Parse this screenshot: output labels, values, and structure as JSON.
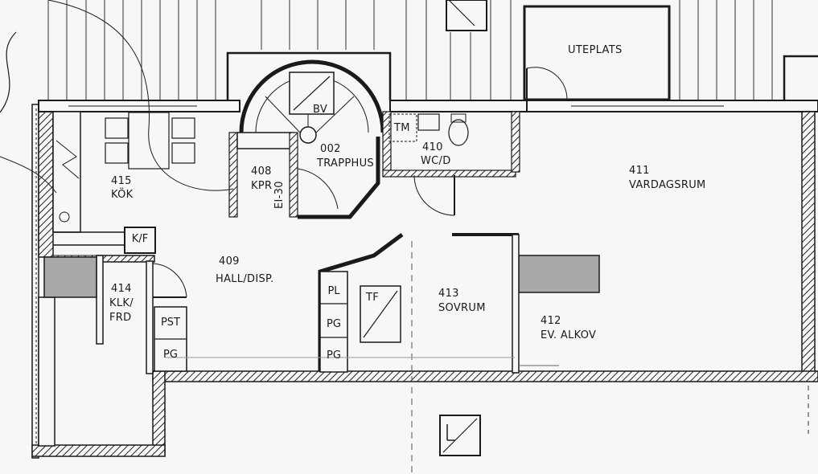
{
  "rooms": {
    "uteplats": "UTEPLATS",
    "kok": {
      "num": "415",
      "name": "KÖK"
    },
    "kpr": {
      "num": "408",
      "name": "KPR"
    },
    "trapphus": {
      "num": "002",
      "name": "TRAPPHUS"
    },
    "wc": {
      "num": "410",
      "name": "WC/D"
    },
    "vardagsrum": {
      "num": "411",
      "name": "VARDAGSRUM"
    },
    "hall": {
      "num": "409",
      "name": "HALL/DISP."
    },
    "klk": {
      "num": "414",
      "name": "KLK/",
      "name2": "FRD"
    },
    "sovrum": {
      "num": "413",
      "name": "SOVRUM"
    },
    "alkov": {
      "num": "412",
      "name": "EV. ALKOV"
    }
  },
  "fixtures": {
    "bv": "BV",
    "tm": "TM",
    "kf": "K/F",
    "pst": "PST",
    "pg1": "PG",
    "pl": "PL",
    "pg2": "PG",
    "pg3": "PG",
    "tf": "TF",
    "ei30": "EI-30"
  },
  "colors": {
    "line": "#1a1a1a",
    "paper": "#f7f7f5",
    "chimney": "#a9a9a9"
  }
}
